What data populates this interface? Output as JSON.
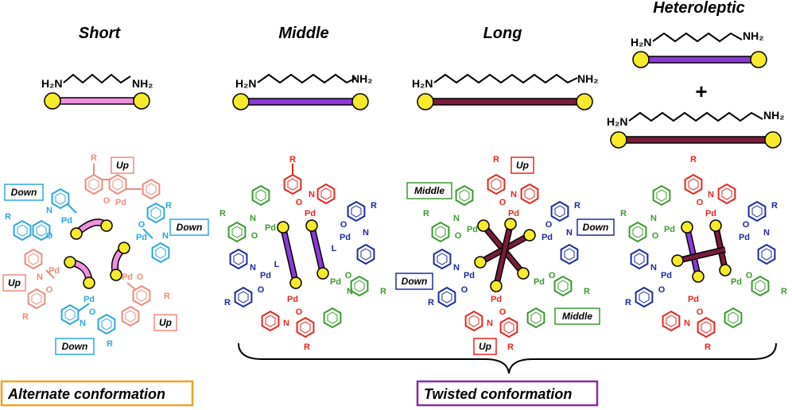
{
  "titles": {
    "short": "Short",
    "middle": "Middle",
    "long": "Long",
    "heteroleptic": "Heteroleptic"
  },
  "chem": {
    "amine_left": "H₂N",
    "amine_right": "NH₂",
    "plus": "+",
    "Pd": "Pd",
    "N": "N",
    "O": "O",
    "R": "R",
    "L": "L"
  },
  "labels": {
    "up": "Up",
    "down": "Down",
    "middle": "Middle"
  },
  "conformations": {
    "alternate": "Alternate conformation",
    "twisted": "Twisted conformation"
  },
  "colors": {
    "salmon": "#f08a7e",
    "blue_light": "#2ba7e0",
    "red": "#e8261c",
    "green": "#3a9a2e",
    "navy": "#1b2aa0",
    "pink_rod": "#f090e0",
    "purple_rod": "#8a3ad8",
    "maroon_rod": "#7a1c3a",
    "yellow": "#f6ea2a",
    "orange_box": "#f2a020",
    "purple_box": "#8a2aa8"
  }
}
